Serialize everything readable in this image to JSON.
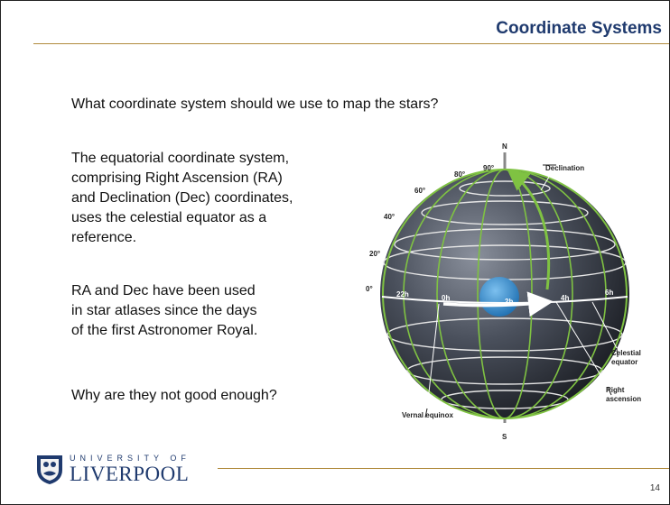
{
  "slide": {
    "title": "Coordinate Systems",
    "question": "What coordinate system should we use to map the stars?",
    "paragraph1": "The equatorial coordinate system, comprising Right Ascension (RA) and Declination (Dec) coordinates, uses the celestial equator as a reference.",
    "paragraph1_lines": [
      "The equatorial coordinate system,",
      "comprising Right Ascension (RA)",
      "and Declination (Dec) coordinates,",
      "uses the celestial equator as a",
      "reference."
    ],
    "paragraph2_lines": [
      "RA and Dec have been used",
      "in star atlases since the days",
      "of the first Astronomer Royal."
    ],
    "paragraph3": "Why are they not good enough?",
    "page_number": "14"
  },
  "logo": {
    "university_of": "UNIVERSITY OF",
    "liverpool": "LIVERPOOL"
  },
  "diagram": {
    "pole_north": "N",
    "pole_south": "S",
    "lat_labels": [
      "0°",
      "20°",
      "40°",
      "60°",
      "80°",
      "90°"
    ],
    "ra_labels": [
      "22h",
      "0h",
      "2h",
      "4h",
      "6h"
    ],
    "declination": "Declination",
    "celestial_equator_1": "Celestial",
    "celestial_equator_2": "equator",
    "right_ascension_1": "Right",
    "right_ascension_2": "ascension",
    "vernal_equinox": "Vernal equinox"
  },
  "colors": {
    "title": "#1f3a6e",
    "rule": "#b08a3c",
    "grid_green": "#7fc242",
    "sphere_dark": "#1c1f26",
    "earth_blue": "#2f86c9"
  }
}
